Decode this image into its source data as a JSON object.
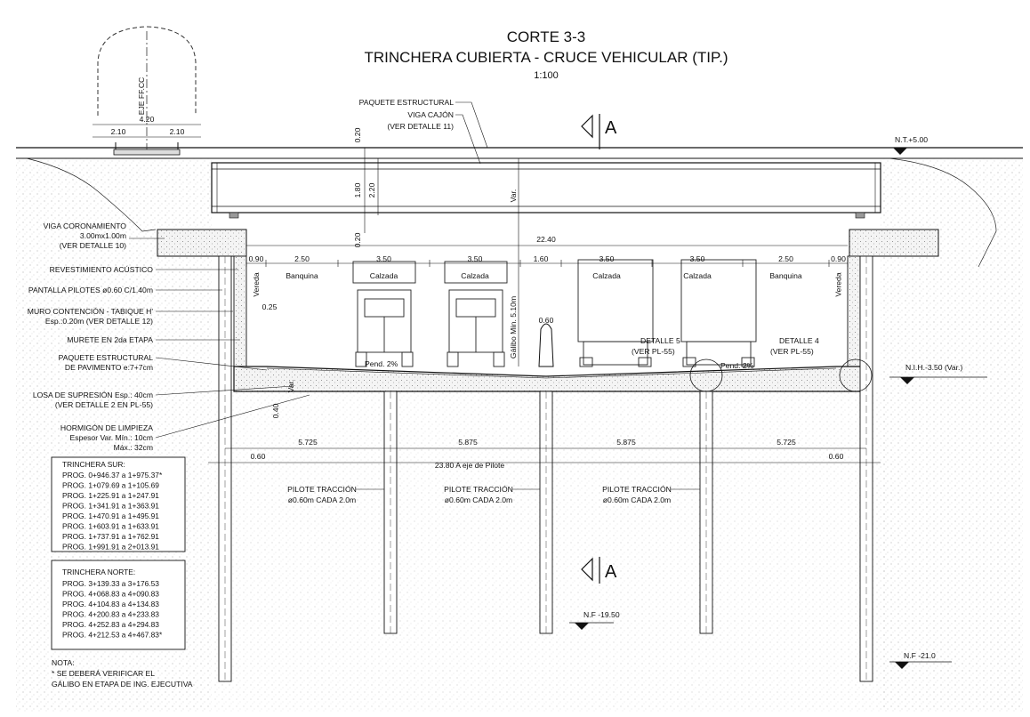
{
  "title": {
    "line1": "CORTE 3-3",
    "line2": "TRINCHERA CUBIERTA - CRUCE VEHICULAR (TIP.)",
    "scale": "1:100"
  },
  "rail": {
    "axis": "EJE FF.CC",
    "width_total": "4.20",
    "half_left": "2.10",
    "half_right": "2.10"
  },
  "section_marks": {
    "top": "A",
    "bottom": "A"
  },
  "levels": {
    "nt": "N.T.+5.00",
    "nih": "N.I.H.-3.50 (Var.)",
    "nf_center": "N.F -19.50",
    "nf_right": "N.F -21.0"
  },
  "left_labels": [
    {
      "line1": "VIGA CORONAMIENTO",
      "line2": "3.00mx1.00m",
      "line3": "(VER DETALLE 10)"
    },
    {
      "line1": "REVESTIMIENTO ACÚSTICO"
    },
    {
      "line1": "PANTALLA PILOTES ø0.60 C/1.40m"
    },
    {
      "line1": "MURO CONTENCIÓN - TABIQUE H'",
      "line2": "Esp.:0.20m (VER DETALLE 12)"
    },
    {
      "line1": "MURETE EN 2da ETAPA"
    },
    {
      "line1": "PAQUETE ESTRUCTURAL",
      "line2": "DE PAVIMENTO e:7+7cm"
    },
    {
      "line1": "LOSA DE SUPRESIÓN Esp.: 40cm",
      "line2": "(VER DETALLE 2 EN PL-55)"
    },
    {
      "line1": "HORMIGÓN DE LIMPIEZA",
      "line2": "Espesor Var. Mín.: 10cm",
      "line3": "Máx.: 32cm"
    }
  ],
  "top_labels": {
    "paquete": "PAQUETE ESTRUCTURAL",
    "viga": "VIGA CAJÓN",
    "viga_ref": "(VER DETALLE 11)"
  },
  "vertical_dims": {
    "d020_top": "0.20",
    "d180": "1.80",
    "d220": "2.20",
    "d020_bottom": "0.20",
    "var": "Var.",
    "galibo": "Gálibo Mín. 5.10m",
    "d025": "0.25",
    "d040": "0.40",
    "var_small": "Var."
  },
  "width_dim": "22.40",
  "lanes": [
    {
      "dim": "0.90",
      "name": "Vereda"
    },
    {
      "dim": "2.50",
      "name": "Banquina"
    },
    {
      "dim": "3.50",
      "name": "Calzada"
    },
    {
      "dim": "3.50",
      "name": "Calzada"
    },
    {
      "dim": "1.60",
      "name": ""
    },
    {
      "dim": "3.50",
      "name": "Calzada"
    },
    {
      "dim": "3.50",
      "name": "Calzada"
    },
    {
      "dim": "2.50",
      "name": "Banquina"
    },
    {
      "dim": "0.90",
      "name": "Vereda"
    }
  ],
  "median": "0.60",
  "slopes": {
    "left": "Pend. 2%",
    "right": "Pend. 2%"
  },
  "details": {
    "d5": "DETALLE 5",
    "d5_ref": "(VER PL-55)",
    "d4": "DETALLE 4",
    "d4_ref": "(VER PL-55)"
  },
  "pile_dims": {
    "s1": "5.725",
    "s2": "5.875",
    "s3": "5.875",
    "s4": "5.725",
    "edge_left": "0.60",
    "edge_right": "0.60",
    "total": "23.80 A eje de Pilote"
  },
  "pile_labels": [
    {
      "line1": "PILOTE TRACCIÓN",
      "line2": "ø0.60m CADA 2.0m"
    },
    {
      "line1": "PILOTE TRACCIÓN",
      "line2": "ø0.60m CADA 2.0m"
    },
    {
      "line1": "PILOTE TRACCIÓN",
      "line2": "ø0.60m CADA 2.0m"
    }
  ],
  "trinchera_sur": {
    "title": "TRINCHERA SUR:",
    "rows": [
      "PROG. 0+946.37  a  1+975.37*",
      "PROG. 1+079.69  a  1+105.69",
      "PROG. 1+225.91  a  1+247.91",
      "PROG. 1+341.91  a  1+363.91",
      "PROG. 1+470.91  a  1+495.91",
      "PROG. 1+603.91  a  1+633.91",
      "PROG. 1+737.91  a  1+762.91",
      "PROG. 1+991.91  a  2+013.91"
    ]
  },
  "trinchera_norte": {
    "title": "TRINCHERA NORTE:",
    "rows": [
      "PROG. 3+139.33  a  3+176.53",
      "PROG. 4+068.83  a  4+090.83",
      "PROG. 4+104.83  a  4+134.83",
      "PROG. 4+200.83  a  4+233.83",
      "PROG. 4+252.83  a  4+294.83",
      "PROG. 4+212.53  a  4+467.83*"
    ]
  },
  "note": {
    "title": "NOTA:",
    "line1": "* SE DEBERÁ VERIFICAR EL",
    "line2": "GÁLIBO EN ETAPA DE ING. EJECUTIVA"
  }
}
